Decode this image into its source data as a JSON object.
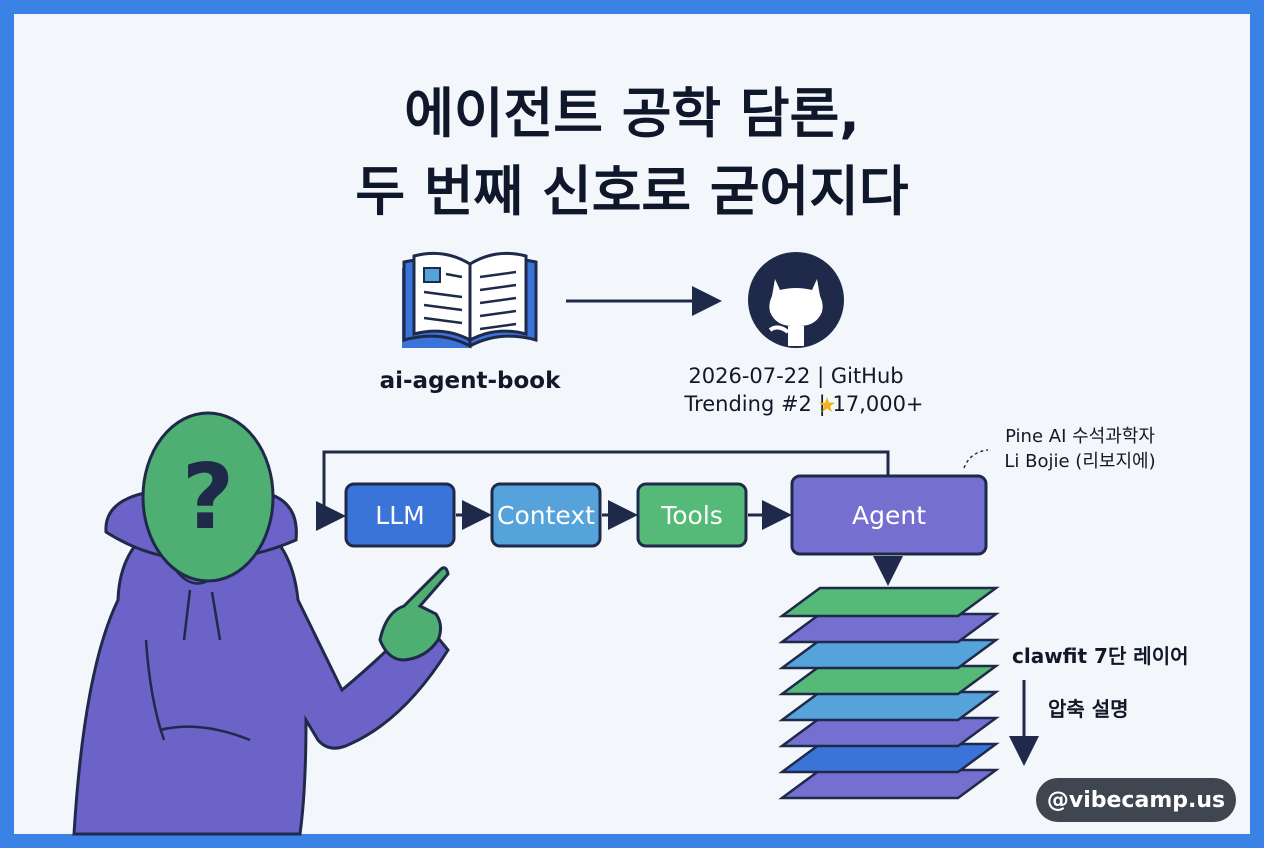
{
  "title": {
    "line1": "에이전트 공학 담론,",
    "line2": "두 번째 신호로 굳어지다"
  },
  "book": {
    "icon": "open-book-icon",
    "label": "ai-agent-book"
  },
  "github": {
    "icon": "github-icon",
    "line1": "2026-07-22 | GitHub",
    "line2_prefix": "Trending #2 |",
    "star_icon": "star-icon",
    "stars": "17,000+"
  },
  "author_note": {
    "line1": "Pine AI 수석과학자",
    "line2": "Li Bojie (리보지에)"
  },
  "pipeline": [
    "LLM",
    "Context",
    "Tools",
    "Agent"
  ],
  "layers": {
    "count": 7,
    "label": "clawfit 7단 레이어",
    "arrow_label": "압축 설명"
  },
  "badge": "@vibecamp.us",
  "colors": {
    "frame": "#3b82e6",
    "llm": "#3b74d9",
    "context": "#56a3dc",
    "tools": "#55b978",
    "agent": "#7570cf",
    "hoodie": "#6c63c8",
    "head": "#4fae72",
    "outline": "#1f2a4a"
  }
}
